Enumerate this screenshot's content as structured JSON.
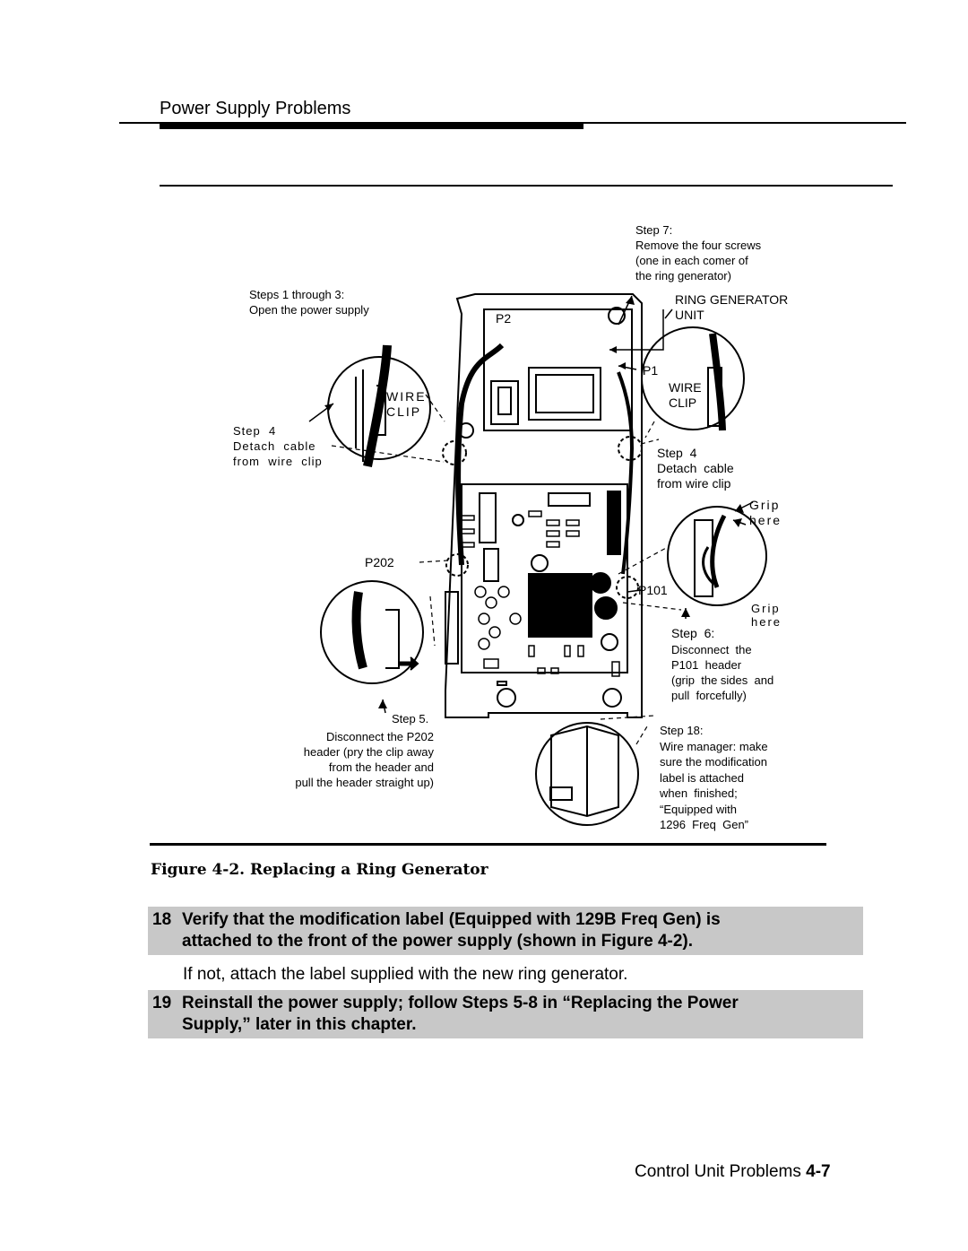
{
  "header": {
    "title": "Power Supply Problems"
  },
  "figure": {
    "caption": "Figure 4-2. Replacing a Ring Generator",
    "labels": {
      "step7": "Step 7:\nRemove the four screws\n(one in each comer of\nthe ring generator)",
      "ring_generator_unit": "RING GENERATOR\nUNIT",
      "steps1_3": "Steps 1 through 3:\nOpen the power supply",
      "p2": "P2",
      "p1": "P1",
      "wire_clip_left": "WIRE\nCLIP",
      "wire_clip_right": "WIRE\nCLIP",
      "step4_left": "Step  4\nDetach  cable\nfrom  wire  clip",
      "step4_right": "Step  4\nDetach  cable\nfrom wire clip",
      "grip_here_top": "Grip\nhere",
      "grip_here_bottom": "Grip\nhere",
      "p202": "P202",
      "p101": "P101",
      "step6": "Step  6:",
      "step6_detail": "Disconnect  the\nP101  header\n(grip  the sides  and\npull  forcefully)",
      "step5": "Step 5.",
      "step5_detail": "Disconnect the P202\nheader (pry the clip away\nfrom the header and\npull the header straight up)",
      "step18": "Step 18:\nWire manager: make\nsure the modification\nlabel is attached\nwhen  finished;\n“Equipped with\n1296  Freq  Gen”"
    }
  },
  "steps": [
    {
      "number": "18",
      "line1": "Verify that the modification label (Equipped with 129B Freq Gen) is",
      "line2": "attached to the front of the power supply (shown in Figure 4-2)."
    },
    {
      "number": "19",
      "line1": "Reinstall the power supply; follow Steps 5-8 in “Replacing the Power",
      "line2": "Supply,” later in this chapter."
    }
  ],
  "body_text": "If not, attach the label supplied with the new ring generator.",
  "footer": {
    "section": "Control Unit Problems",
    "page": "4-7"
  }
}
